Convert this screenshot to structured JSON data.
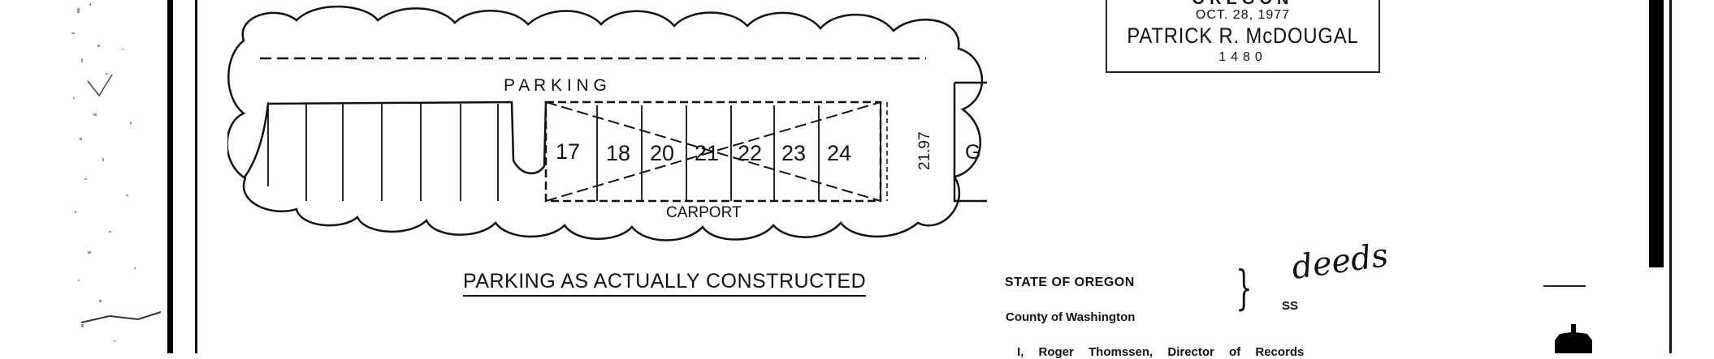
{
  "seal": {
    "state": "OREGON",
    "date": "OCT. 28, 1977",
    "name": "PATRICK R. McDOUGAL",
    "number": "1480"
  },
  "diagram": {
    "parking_label": "P A R K I N G",
    "carport_label": "CARPORT",
    "stall_numbers": [
      "17",
      "18",
      "20",
      "21",
      "22",
      "23",
      "24"
    ],
    "dimension": "21.97",
    "g_label": "G"
  },
  "caption": "PARKING AS ACTUALLY CONSTRUCTED",
  "recording": {
    "state": "STATE OF OREGON",
    "county": "County of Washington",
    "brace": "}",
    "ss": "SS",
    "handwritten": "deeds",
    "cert_text": "I, Roger Thomssen, Director of Records"
  }
}
